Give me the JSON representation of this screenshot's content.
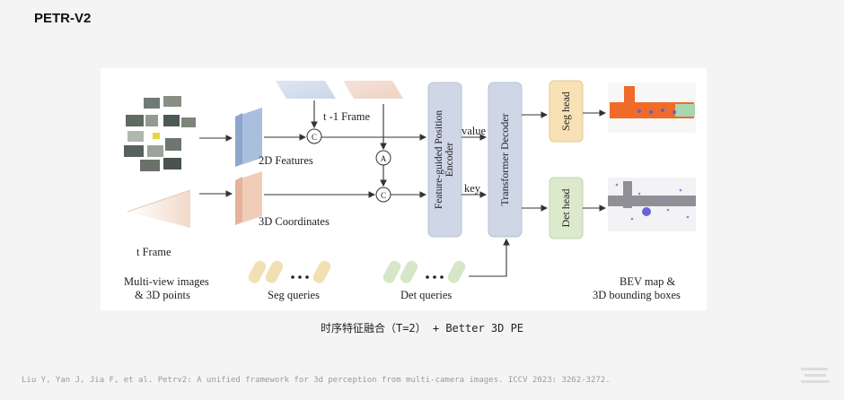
{
  "slide": {
    "title": "PETR-V2"
  },
  "diagram": {
    "t_minus_1_frame": "t -1 Frame",
    "t_frame": "t  Frame",
    "features_2d": "2D Features",
    "coordinates_3d": "3D Coordinates",
    "encoder_label": "Feature-guided Position Encoder",
    "decoder_label": "Transformer  Decoder",
    "value": "value",
    "key": "key",
    "seg_head": "Seg head",
    "det_head": "Det head",
    "op_c": "C",
    "op_a": "A",
    "multiview_line1": "Multi-view images",
    "multiview_line2": "& 3D points",
    "seg_queries": "Seg queries",
    "det_queries": "Det queries",
    "bev_line1": "BEV map &",
    "bev_line2": "3D bounding boxes"
  },
  "caption": "时序特征融合（T=2） + Better 3D PE",
  "citation": "Liu Y, Yan J, Jia F, et al. Petrv2: A unified framework for 3d perception from multi-camera images. ICCV 2023: 3262-3272.",
  "colors": {
    "encoder_fill": "#cfd6e6",
    "seg_head_fill": "#f7e1b5",
    "det_head_fill": "#dbe9cc",
    "feature_2d_fill": "#aabfde",
    "coord_3d_fill": "#f0cdb8"
  }
}
